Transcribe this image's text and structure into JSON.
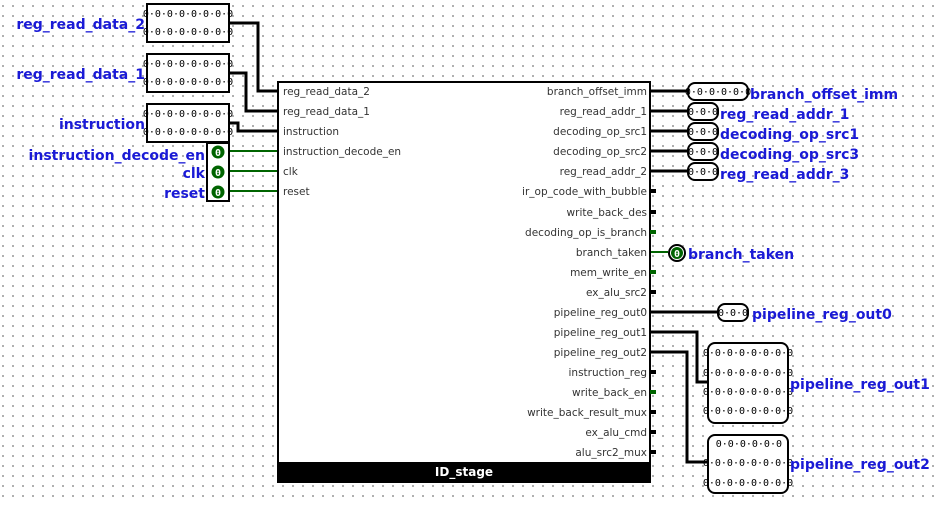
{
  "component": {
    "name": "ID_stage"
  },
  "input_pins": [
    {
      "label": "reg_read_data_2"
    },
    {
      "label": "reg_read_data_1"
    },
    {
      "label": "instruction"
    },
    {
      "label": "instruction_decode_en"
    },
    {
      "label": "clk"
    },
    {
      "label": "reset"
    }
  ],
  "output_pins": [
    {
      "label": "branch_offset_imm"
    },
    {
      "label": "reg_read_addr_1"
    },
    {
      "label": "decoding_op_src1"
    },
    {
      "label": "decoding_op_src2"
    },
    {
      "label": "reg_read_addr_2"
    },
    {
      "label": "ir_op_code_with_bubble"
    },
    {
      "label": "write_back_des"
    },
    {
      "label": "decoding_op_is_branch"
    },
    {
      "label": "branch_taken"
    },
    {
      "label": "mem_write_en"
    },
    {
      "label": "ex_alu_src2"
    },
    {
      "label": "pipeline_reg_out0"
    },
    {
      "label": "pipeline_reg_out1"
    },
    {
      "label": "pipeline_reg_out2"
    },
    {
      "label": "instruction_reg"
    },
    {
      "label": "write_back_en"
    },
    {
      "label": "write_back_result_mux"
    },
    {
      "label": "ex_alu_cmd"
    },
    {
      "label": "alu_src2_mux"
    }
  ],
  "external_inputs": [
    {
      "label": "reg_read_data_2",
      "bits": [
        "0·0·0·0·0·0·0·0",
        "0·0·0·0·0·0·0·0"
      ]
    },
    {
      "label": "reg_read_data_1",
      "bits": [
        "0·0·0·0·0·0·0·0",
        "0·0·0·0·0·0·0·0"
      ]
    },
    {
      "label": "instruction",
      "bits": [
        "0·0·0·0·0·0·0·0",
        "0·0·0·0·0·0·0·0"
      ]
    },
    {
      "label": "instruction_decode_en",
      "bits": [
        "0"
      ]
    },
    {
      "label": "clk",
      "bits": [
        "0"
      ]
    },
    {
      "label": "reset",
      "bits": [
        "0"
      ]
    }
  ],
  "external_outputs": [
    {
      "label": "branch_offset_imm",
      "bits": [
        "0·0·0·0·0·0"
      ]
    },
    {
      "label": "reg_read_addr_1",
      "bits": [
        "0·0·0"
      ]
    },
    {
      "label": "decoding_op_src1",
      "bits": [
        "0·0·0"
      ]
    },
    {
      "label": "decoding_op_src3",
      "bits": [
        "0·0·0"
      ]
    },
    {
      "label": "reg_read_addr_3",
      "bits": [
        "0·0·0"
      ]
    },
    {
      "label": "branch_taken",
      "bits": [
        "0"
      ]
    },
    {
      "label": "pipeline_reg_out0",
      "bits": [
        "0·0·0"
      ]
    },
    {
      "label": "pipeline_reg_out1",
      "bits": [
        "0·0·0·0·0·0·0·0",
        "0·0·0·0·0·0·0·0",
        "0·0·0·0·0·0·0·0",
        "0·0·0·0·0·0·0·0"
      ]
    },
    {
      "label": "pipeline_reg_out2",
      "bits": [
        "0·0·0·0·0·0",
        "0·0·0·0·0·0·0·0",
        "0·0·0·0·0·0·0·0"
      ]
    }
  ],
  "colors": {
    "bus": "#000000",
    "wire_low": "#006400",
    "label": "#1a1ad6",
    "led": "#006400"
  }
}
